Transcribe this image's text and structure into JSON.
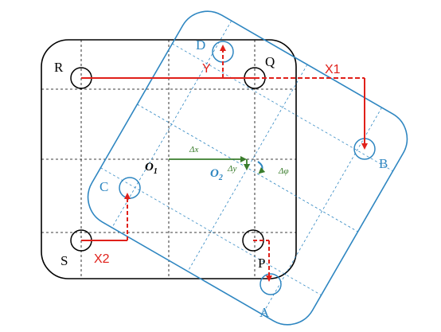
{
  "colors": {
    "black": "#000000",
    "blue": "#2e86c1",
    "red": "#e0201a",
    "green": "#3a7d2c"
  },
  "labels": {
    "R": "R",
    "Q": "Q",
    "S": "S",
    "P": "P",
    "A": "A",
    "B": "B",
    "C": "C",
    "D": "D",
    "X1": "X1",
    "X2": "X2",
    "Y": "Y",
    "delta_x": "Δx",
    "delta_y": "Δy",
    "delta_phi": "Δφ",
    "o1_main": "O",
    "o1_sub": "1",
    "o2_main": "O",
    "o2_sub": "2"
  }
}
